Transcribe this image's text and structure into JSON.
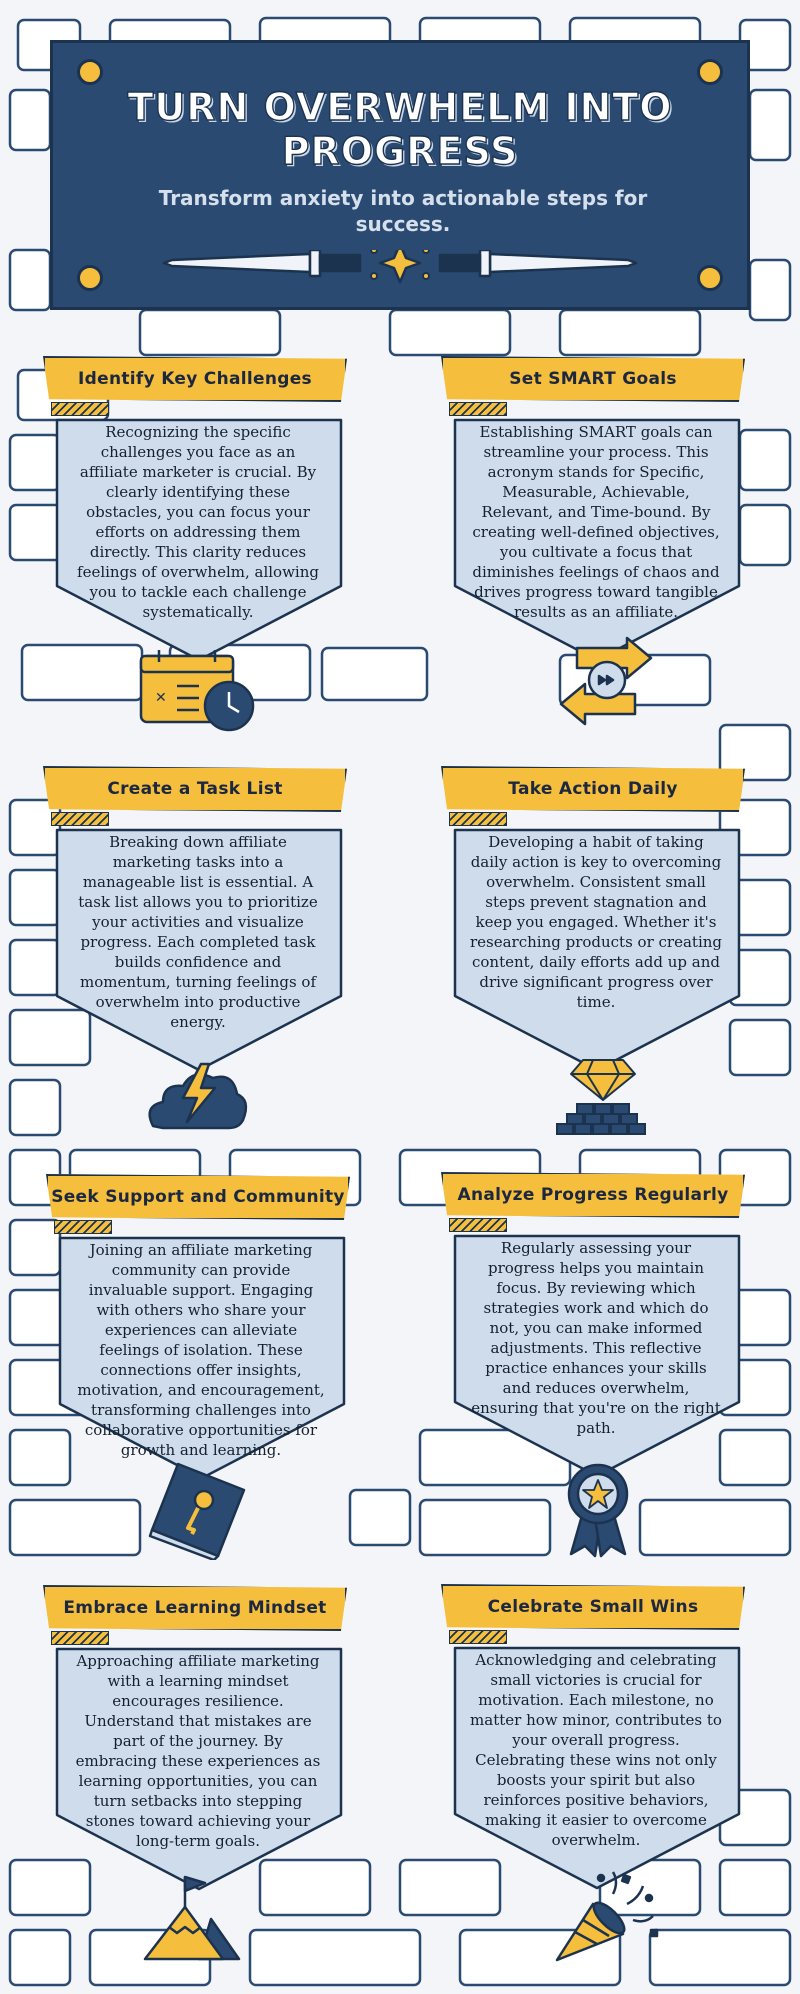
{
  "header": {
    "title": "TURN OVERWHELM INTO PROGRESS",
    "subtitle": "Transform anxiety into actionable steps for success."
  },
  "cards": [
    {
      "title": "Identify Key Challenges",
      "text": "Recognizing the specific challenges you face as an affiliate marketer is crucial. By clearly identifying these obstacles, you can focus your efforts on addressing them directly. This clarity reduces feelings of overwhelm, allowing you to tackle each challenge systematically.",
      "icon": "calendar-clock-icon"
    },
    {
      "title": "Set SMART Goals",
      "text": "Establishing SMART goals can streamline your process. This acronym stands for Specific, Measurable, Achievable, Relevant, and Time-bound. By creating well-defined objectives, you cultivate a focus that diminishes feelings of chaos and drives progress toward tangible results as an affiliate.",
      "icon": "exchange-arrows-icon"
    },
    {
      "title": "Create a Task List",
      "text": "Breaking down affiliate marketing tasks into a manageable list is essential. A task list allows you to prioritize your activities and visualize progress. Each completed task builds confidence and momentum, turning feelings of overwhelm into productive energy.",
      "icon": "storm-cloud-icon"
    },
    {
      "title": "Take Action Daily",
      "text": "Developing a habit of taking daily action is key to overcoming overwhelm. Consistent small steps prevent stagnation and keep you engaged. Whether it's researching products or creating content, daily efforts add up and drive significant progress over time.",
      "icon": "diamond-on-bricks-icon"
    },
    {
      "title": "Seek Support and Community",
      "text": "Joining an affiliate marketing community can provide invaluable support. Engaging with others who share your experiences can alleviate feelings of isolation. These connections offer insights, motivation, and encouragement, transforming challenges into collaborative opportunities for growth and learning.",
      "icon": "key-book-icon"
    },
    {
      "title": "Analyze Progress Regularly",
      "text": "Regularly assessing your progress helps you maintain focus. By reviewing which strategies work and which do not, you can make informed adjustments. This reflective practice enhances your skills and reduces overwhelm, ensuring that you're on the right path.",
      "icon": "star-badge-icon"
    },
    {
      "title": "Embrace Learning Mindset",
      "text": "Approaching affiliate marketing with a learning mindset encourages resilience. Understand that mistakes are part of the journey. By embracing these experiences as learning opportunities, you can turn setbacks into stepping stones toward achieving your long-term goals.",
      "icon": "mountain-flag-icon"
    },
    {
      "title": "Celebrate Small Wins",
      "text": "Acknowledging and celebrating small victories is crucial for motivation. Each milestone, no matter how minor, contributes to your overall progress. Celebrating these wins not only boosts your spirit but also reinforces positive behaviors, making it easier to overcome overwhelm.",
      "icon": "party-popper-icon"
    }
  ],
  "colors": {
    "navy": "#2a4a72",
    "outline": "#1c3350",
    "accent": "#f5be3c",
    "panel": "#cfdceb",
    "background": "#f3f5f8"
  }
}
